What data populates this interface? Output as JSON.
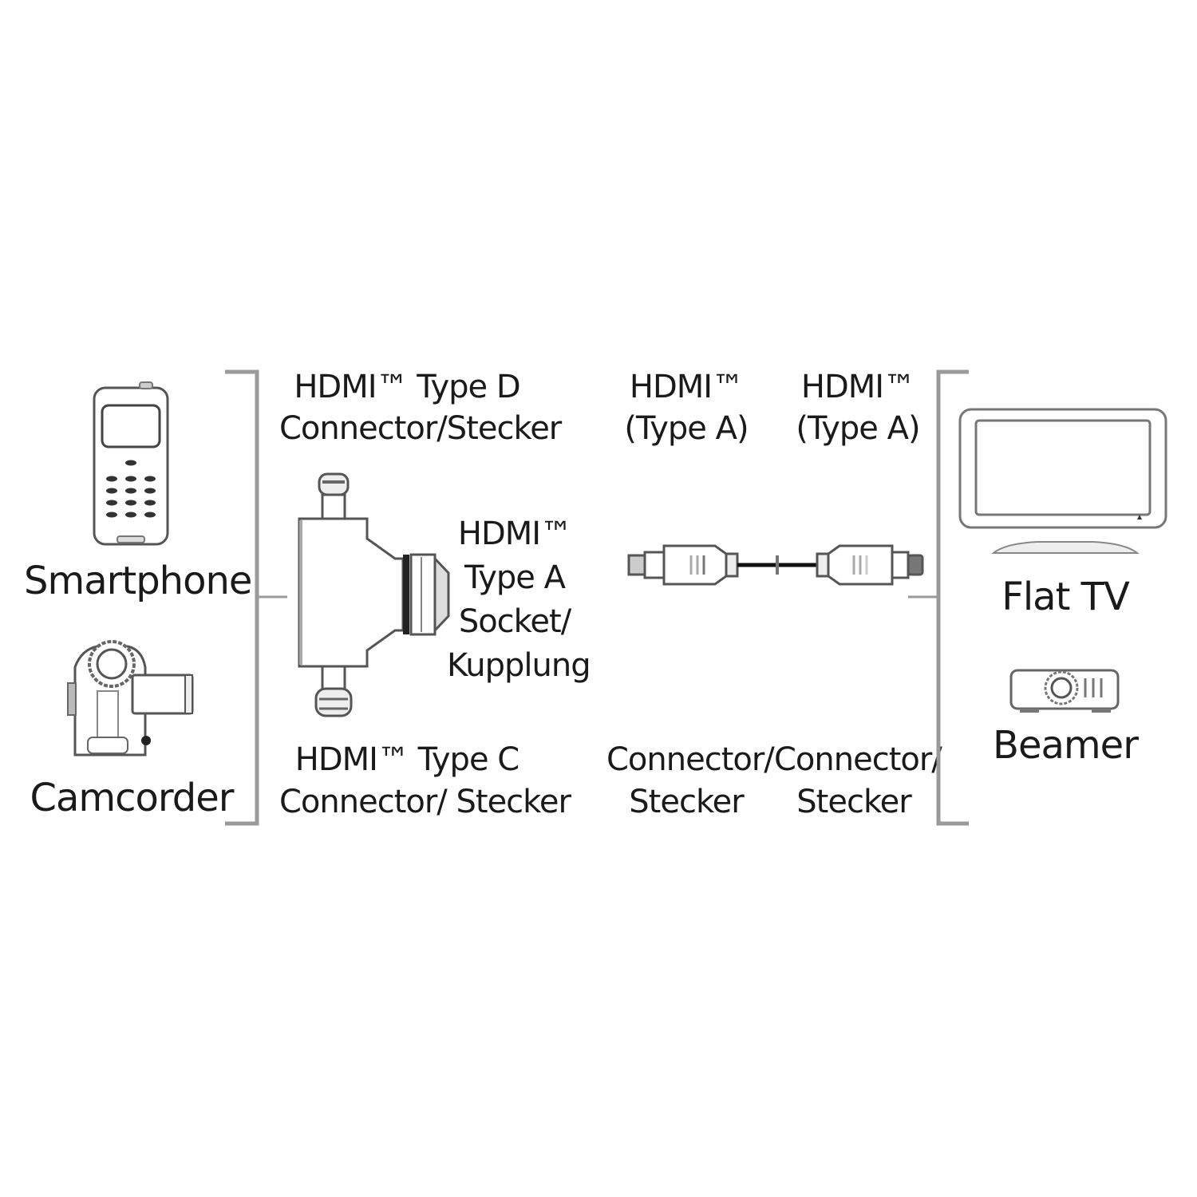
{
  "diagram": {
    "title": "HDMI connection diagram",
    "sources": {
      "smartphone": {
        "label": "Smartphone",
        "icon": "smartphone-icon"
      },
      "camcorder": {
        "label": "Camcorder",
        "icon": "camcorder-icon"
      }
    },
    "adapter": {
      "top_label_line1": "HDMI™ Type D",
      "top_label_line2": "Connector/Stecker",
      "right_label_line1": "HDMI™",
      "right_label_line2": "Type A",
      "right_label_line3": "Socket/",
      "right_label_line4": "Kupplung",
      "bottom_label_line1": "HDMI™ Type C",
      "bottom_label_line2": "Connector/ Stecker"
    },
    "cable": {
      "left_top_line1": "HDMI™",
      "left_top_line2": "(Type A)",
      "right_top_line1": "HDMI™",
      "right_top_line2": "(Type A)",
      "left_bottom_line1": "Connector/",
      "left_bottom_line2": "Stecker",
      "right_bottom_line1": "Connector/",
      "right_bottom_line2": "Stecker"
    },
    "targets": {
      "flat_tv": {
        "label": "Flat TV",
        "icon": "tv-icon"
      },
      "beamer": {
        "label": "Beamer",
        "icon": "projector-icon"
      }
    },
    "colors": {
      "line": "#9a9a9a",
      "stroke": "#555555",
      "text": "#1a1a1a"
    }
  }
}
